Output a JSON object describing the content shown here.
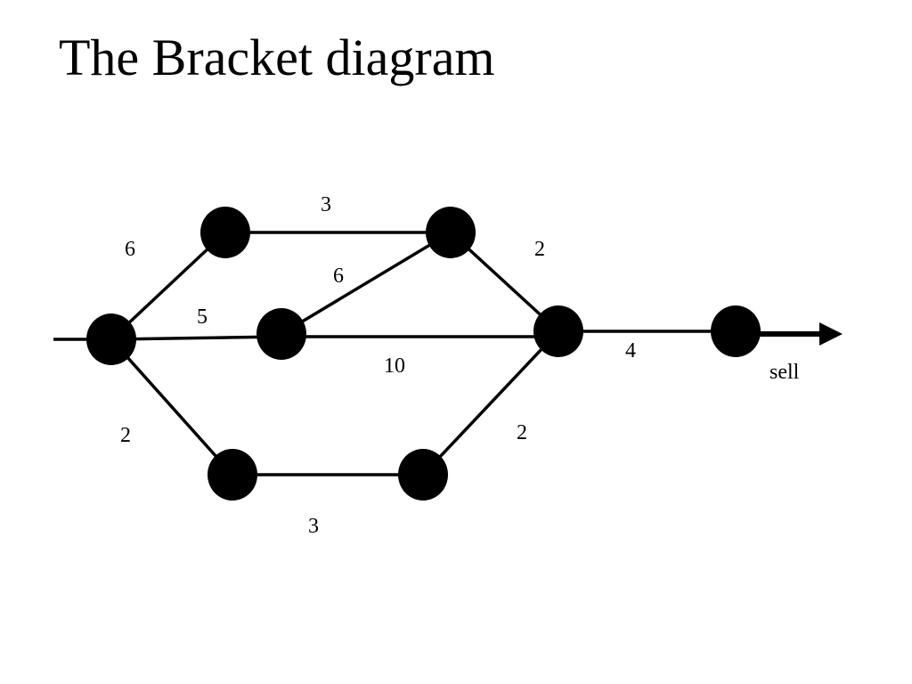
{
  "title": "The Bracket diagram",
  "colors": {
    "background": "#ffffff",
    "ink": "#000000"
  },
  "diagram": {
    "nodes": [
      {
        "id": "start"
      },
      {
        "id": "top-left"
      },
      {
        "id": "top-right"
      },
      {
        "id": "middle"
      },
      {
        "id": "bottom-left"
      },
      {
        "id": "bottom-right"
      },
      {
        "id": "merge"
      },
      {
        "id": "final"
      }
    ],
    "edges": [
      {
        "id": "e-start-topleft",
        "label": "6"
      },
      {
        "id": "e-topleft-topright",
        "label": "3"
      },
      {
        "id": "e-middle-topright",
        "label": "6"
      },
      {
        "id": "e-topright-merge",
        "label": "2"
      },
      {
        "id": "e-start-middle",
        "label": "5"
      },
      {
        "id": "e-middle-merge",
        "label": "10"
      },
      {
        "id": "e-start-bottomleft",
        "label": "2"
      },
      {
        "id": "e-bottomleft-bottomright",
        "label": "3"
      },
      {
        "id": "e-bottomright-merge",
        "label": "2"
      },
      {
        "id": "e-merge-final",
        "label": "4"
      }
    ],
    "output_label": "sell"
  }
}
